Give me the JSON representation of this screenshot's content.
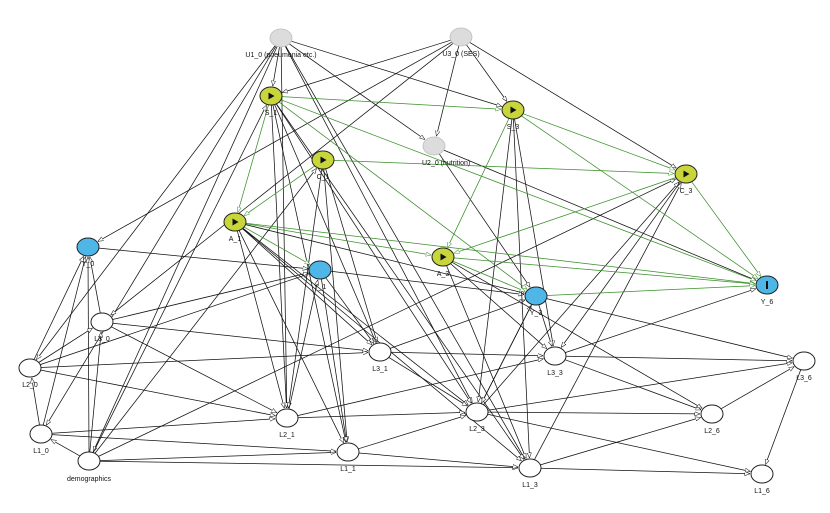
{
  "colors": {
    "exposure": "#c8d63c",
    "outcome": "#4fb7e8",
    "latent": "#dcdcdc",
    "adjusted": "#ffffff",
    "edge_black": "#111111",
    "edge_green": "#3a8f2a"
  },
  "nodes": [
    {
      "id": "U1_0",
      "label": "U1_0 (pneumonia etc.)",
      "kind": "latent"
    },
    {
      "id": "U3_0",
      "label": "U3_0 (SES)",
      "kind": "latent"
    },
    {
      "id": "U2_0",
      "label": "U2_0 (nutrition)",
      "kind": "latent"
    },
    {
      "id": "S_1",
      "label": "S_1",
      "kind": "exposure"
    },
    {
      "id": "S_3",
      "label": "S_3",
      "kind": "exposure"
    },
    {
      "id": "C_1",
      "label": "C_1",
      "kind": "exposure"
    },
    {
      "id": "C_3",
      "label": "C_3",
      "kind": "exposure"
    },
    {
      "id": "A_1",
      "label": "A_1",
      "kind": "exposure"
    },
    {
      "id": "A_3",
      "label": "A_3",
      "kind": "exposure"
    },
    {
      "id": "Y_0",
      "label": "Y_0",
      "kind": "outcome"
    },
    {
      "id": "Y_1",
      "label": "Y_1",
      "kind": "outcome"
    },
    {
      "id": "Y_3",
      "label": "Y_3",
      "kind": "outcome"
    },
    {
      "id": "Y_6",
      "label": "Y_6",
      "kind": "outcome_main"
    },
    {
      "id": "L3_0",
      "label": "L3_0",
      "kind": "adjusted"
    },
    {
      "id": "L2_0",
      "label": "L2_0",
      "kind": "adjusted"
    },
    {
      "id": "L1_0",
      "label": "L1_0",
      "kind": "adjusted"
    },
    {
      "id": "demographics",
      "label": "demographics",
      "kind": "adjusted"
    },
    {
      "id": "L3_1",
      "label": "L3_1",
      "kind": "adjusted"
    },
    {
      "id": "L2_1",
      "label": "L2_1",
      "kind": "adjusted"
    },
    {
      "id": "L1_1",
      "label": "L1_1",
      "kind": "adjusted"
    },
    {
      "id": "L3_3",
      "label": "L3_3",
      "kind": "adjusted"
    },
    {
      "id": "L2_3",
      "label": "L2_3",
      "kind": "adjusted"
    },
    {
      "id": "L1_3",
      "label": "L1_3",
      "kind": "adjusted"
    },
    {
      "id": "L3_6",
      "label": "L3_6",
      "kind": "adjusted"
    },
    {
      "id": "L2_6",
      "label": "L2_6",
      "kind": "adjusted"
    },
    {
      "id": "L1_6",
      "label": "L1_6",
      "kind": "adjusted"
    }
  ],
  "edges": [
    {
      "from": "U1_0",
      "to": "S_1",
      "causal": false
    },
    {
      "from": "U1_0",
      "to": "S_3",
      "causal": false
    },
    {
      "from": "U1_0",
      "to": "U2_0",
      "causal": false
    },
    {
      "from": "U1_0",
      "to": "L2_0",
      "causal": false
    },
    {
      "from": "U1_0",
      "to": "L1_0",
      "causal": false
    },
    {
      "from": "U1_0",
      "to": "demographics",
      "causal": false
    },
    {
      "from": "U1_0",
      "to": "L2_1",
      "causal": false
    },
    {
      "from": "U1_0",
      "to": "L1_3",
      "causal": false
    },
    {
      "from": "U1_0",
      "to": "L2_3",
      "causal": false
    },
    {
      "from": "U3_0",
      "to": "S_3",
      "causal": false
    },
    {
      "from": "U3_0",
      "to": "S_1",
      "causal": false
    },
    {
      "from": "U3_0",
      "to": "C_3",
      "causal": false
    },
    {
      "from": "U3_0",
      "to": "U2_0",
      "causal": false
    },
    {
      "from": "U3_0",
      "to": "Y_0",
      "causal": false
    },
    {
      "from": "U3_0",
      "to": "L3_0",
      "causal": false
    },
    {
      "from": "U2_0",
      "to": "Y_6",
      "causal": false
    },
    {
      "from": "U2_0",
      "to": "Y_3",
      "causal": false
    },
    {
      "from": "demographics",
      "to": "S_1",
      "causal": false
    },
    {
      "from": "demographics",
      "to": "C_1",
      "causal": false
    },
    {
      "from": "demographics",
      "to": "C_3",
      "causal": false
    },
    {
      "from": "demographics",
      "to": "Y_0",
      "causal": false
    },
    {
      "from": "demographics",
      "to": "L1_0",
      "causal": false
    },
    {
      "from": "demographics",
      "to": "L3_0",
      "causal": false
    },
    {
      "from": "demographics",
      "to": "L1_1",
      "causal": false
    },
    {
      "from": "demographics",
      "to": "L1_3",
      "causal": false
    },
    {
      "from": "L1_0",
      "to": "L2_0",
      "causal": false
    },
    {
      "from": "L1_0",
      "to": "L2_1",
      "causal": false
    },
    {
      "from": "L1_0",
      "to": "L1_1",
      "causal": false
    },
    {
      "from": "L1_0",
      "to": "Y_0",
      "causal": false
    },
    {
      "from": "L2_0",
      "to": "L3_0",
      "causal": false
    },
    {
      "from": "L2_0",
      "to": "Y_0",
      "causal": false
    },
    {
      "from": "L2_0",
      "to": "L2_1",
      "causal": false
    },
    {
      "from": "L2_0",
      "to": "L3_1",
      "causal": false
    },
    {
      "from": "L2_0",
      "to": "Y_1",
      "causal": false
    },
    {
      "from": "L3_0",
      "to": "Y_1",
      "causal": false
    },
    {
      "from": "L3_0",
      "to": "L3_1",
      "causal": false
    },
    {
      "from": "L3_0",
      "to": "L2_1",
      "causal": false
    },
    {
      "from": "L3_0",
      "to": "Y_0",
      "causal": false
    },
    {
      "from": "Y_0",
      "to": "Y_1",
      "causal": false
    },
    {
      "from": "S_1",
      "to": "L3_1",
      "causal": false
    },
    {
      "from": "S_1",
      "to": "L2_1",
      "causal": false
    },
    {
      "from": "S_1",
      "to": "L1_1",
      "causal": false
    },
    {
      "from": "S_1",
      "to": "L2_3",
      "causal": false
    },
    {
      "from": "S_1",
      "to": "L1_3",
      "causal": false
    },
    {
      "from": "C_1",
      "to": "L1_1",
      "causal": false
    },
    {
      "from": "C_1",
      "to": "L3_1",
      "causal": false
    },
    {
      "from": "C_1",
      "to": "L2_1",
      "causal": false
    },
    {
      "from": "A_1",
      "to": "L3_1",
      "causal": false
    },
    {
      "from": "A_1",
      "to": "L2_1",
      "causal": false
    },
    {
      "from": "A_1",
      "to": "L1_1",
      "causal": false
    },
    {
      "from": "A_1",
      "to": "Y_3",
      "causal": false
    },
    {
      "from": "A_1",
      "to": "L2_3",
      "causal": false
    },
    {
      "from": "A_1",
      "to": "L1_3",
      "causal": false
    },
    {
      "from": "Y_1",
      "to": "Y_3",
      "causal": false
    },
    {
      "from": "Y_1",
      "to": "L3_1",
      "causal": false
    },
    {
      "from": "Y_1",
      "to": "L1_1",
      "causal": false
    },
    {
      "from": "L3_1",
      "to": "L3_3",
      "causal": false
    },
    {
      "from": "L3_1",
      "to": "L2_3",
      "causal": false
    },
    {
      "from": "L3_1",
      "to": "Y_3",
      "causal": false
    },
    {
      "from": "L2_1",
      "to": "L2_3",
      "causal": false
    },
    {
      "from": "L2_1",
      "to": "L3_3",
      "causal": false
    },
    {
      "from": "L2_1",
      "to": "Y_1",
      "causal": false
    },
    {
      "from": "L1_1",
      "to": "L1_3",
      "causal": false
    },
    {
      "from": "L1_1",
      "to": "L2_3",
      "causal": false
    },
    {
      "from": "L2_3",
      "to": "C_3",
      "causal": false
    },
    {
      "from": "L2_3",
      "to": "Y_3",
      "causal": false
    },
    {
      "from": "L2_3",
      "to": "L2_6",
      "causal": false
    },
    {
      "from": "L2_3",
      "to": "L3_6",
      "causal": false
    },
    {
      "from": "L2_3",
      "to": "L1_6",
      "causal": false
    },
    {
      "from": "L3_3",
      "to": "L3_6",
      "causal": false
    },
    {
      "from": "L3_3",
      "to": "L2_6",
      "causal": false
    },
    {
      "from": "L3_3",
      "to": "Y_6",
      "causal": false
    },
    {
      "from": "L1_3",
      "to": "L1_6",
      "causal": false
    },
    {
      "from": "L1_3",
      "to": "L2_6",
      "causal": false
    },
    {
      "from": "L1_3",
      "to": "C_3",
      "causal": false
    },
    {
      "from": "S_3",
      "to": "L3_3",
      "causal": false
    },
    {
      "from": "S_3",
      "to": "L2_3",
      "causal": false
    },
    {
      "from": "S_3",
      "to": "L1_3",
      "causal": false
    },
    {
      "from": "A_3",
      "to": "L3_3",
      "causal": false
    },
    {
      "from": "A_3",
      "to": "L1_3",
      "causal": false
    },
    {
      "from": "A_3",
      "to": "L2_6",
      "causal": false
    },
    {
      "from": "Y_3",
      "to": "L3_3",
      "causal": false
    },
    {
      "from": "Y_3",
      "to": "L2_3",
      "causal": false
    },
    {
      "from": "Y_3",
      "to": "L3_6",
      "causal": false
    },
    {
      "from": "L3_6",
      "to": "L1_6",
      "causal": false
    },
    {
      "from": "L2_6",
      "to": "L3_6",
      "causal": false
    },
    {
      "from": "C_3",
      "to": "L3_3",
      "causal": false
    },
    {
      "from": "S_1",
      "to": "S_3",
      "causal": true
    },
    {
      "from": "S_1",
      "to": "A_1",
      "causal": true
    },
    {
      "from": "S_1",
      "to": "Y_3",
      "causal": true
    },
    {
      "from": "S_1",
      "to": "Y_6",
      "causal": true
    },
    {
      "from": "C_1",
      "to": "C_3",
      "causal": true
    },
    {
      "from": "C_1",
      "to": "A_1",
      "causal": true
    },
    {
      "from": "A_1",
      "to": "A_3",
      "causal": true
    },
    {
      "from": "A_1",
      "to": "Y_1",
      "causal": true
    },
    {
      "from": "A_1",
      "to": "Y_6",
      "causal": true
    },
    {
      "from": "S_3",
      "to": "A_3",
      "causal": true
    },
    {
      "from": "S_3",
      "to": "Y_6",
      "causal": true
    },
    {
      "from": "S_3",
      "to": "C_3",
      "causal": true
    },
    {
      "from": "A_3",
      "to": "Y_6",
      "causal": true
    },
    {
      "from": "A_3",
      "to": "Y_3",
      "causal": true
    },
    {
      "from": "C_3",
      "to": "Y_6",
      "causal": true
    },
    {
      "from": "C_3",
      "to": "A_3",
      "causal": true
    },
    {
      "from": "Y_3",
      "to": "Y_6",
      "causal": true
    }
  ]
}
